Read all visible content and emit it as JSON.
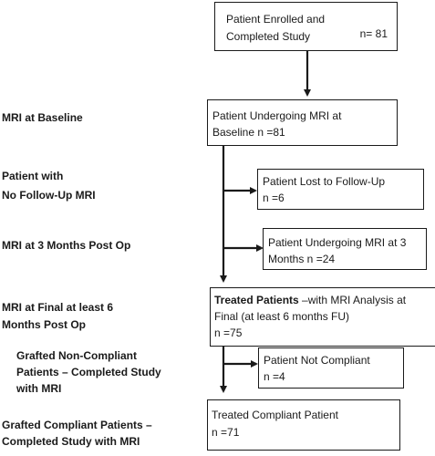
{
  "labels": {
    "mri_baseline": "MRI at Baseline",
    "no_followup_1": "Patient with",
    "no_followup_2": "No Follow-Up MRI",
    "mri_3mo": "MRI at 3 Months Post Op",
    "mri_final_1": "MRI at Final at least 6",
    "mri_final_2": "Months Post Op",
    "non_compliant_1": "Grafted Non-Compliant",
    "non_compliant_2": "Patients – Completed Study",
    "non_compliant_3": "with MRI",
    "compliant_1": "Grafted Compliant Patients –",
    "compliant_2": "Completed Study with MRI"
  },
  "boxes": {
    "enrolled": {
      "line1": "Patient Enrolled and",
      "line2": "Completed Study",
      "n": "n=  81"
    },
    "baseline": {
      "line1": "Patient Undergoing MRI at",
      "line2": "Baseline n =81"
    },
    "lost": {
      "line1": "Patient Lost to Follow-Up",
      "line2": "n =6"
    },
    "three_months": {
      "line1": "Patient Undergoing MRI at 3",
      "line2": "Months n =24"
    },
    "treated": {
      "bold": "Treated Patients",
      "line1_rest": " –with MRI Analysis at",
      "line2": "Final (at least 6 months FU)",
      "line3": "n =75"
    },
    "not_compliant": {
      "line1": "Patient Not Compliant",
      "line2": "n =4"
    },
    "compliant": {
      "line1": "Treated Compliant  Patient",
      "line2": "n =71"
    }
  }
}
